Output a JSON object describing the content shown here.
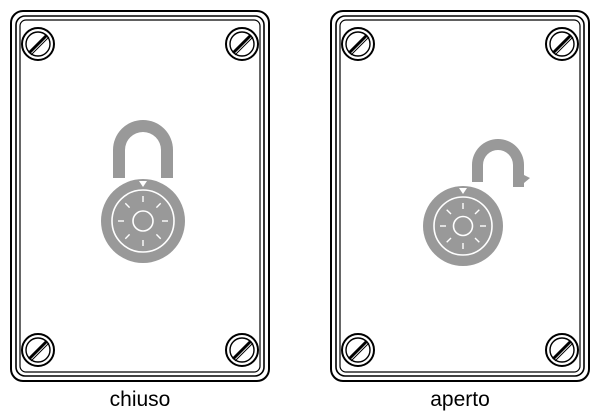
{
  "panels": [
    {
      "id": "closed",
      "label": "chiuso",
      "lock_state": "closed"
    },
    {
      "id": "open",
      "label": "aperto",
      "lock_state": "open"
    }
  ],
  "colors": {
    "lock": "#999999",
    "outline": "#000000",
    "background": "#ffffff"
  },
  "icons": {
    "screw": "slotted-screw-icon",
    "padlock": "combination-padlock-icon"
  }
}
